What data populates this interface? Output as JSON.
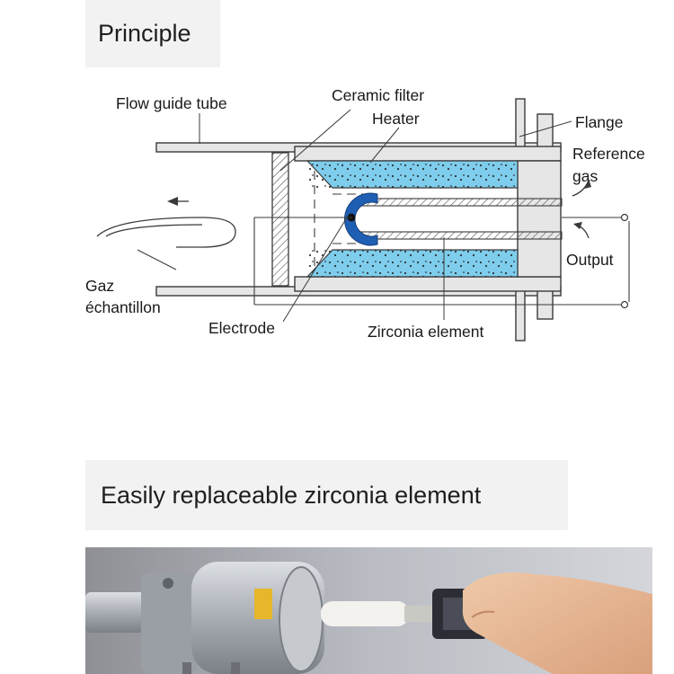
{
  "sections": {
    "principle_title": "Principle",
    "replaceable_title": "Easily replaceable zirconia element"
  },
  "diagram": {
    "labels": {
      "flow_guide_tube": "Flow guide tube",
      "ceramic_filter": "Ceramic filter",
      "heater": "Heater",
      "flange": "Flange",
      "reference": "Reference",
      "gas": "gas",
      "output": "Output",
      "gaz": "Gaz",
      "echantillon": "échantillon",
      "electrode": "Electrode",
      "zirconia_element": "Zirconia element"
    },
    "colors": {
      "heater_fill": "#7fcdec",
      "line": "#3a3a3a",
      "metal": "#e6e6e6"
    }
  },
  "photo": {
    "subject": "zirconia-sensor-photo"
  }
}
